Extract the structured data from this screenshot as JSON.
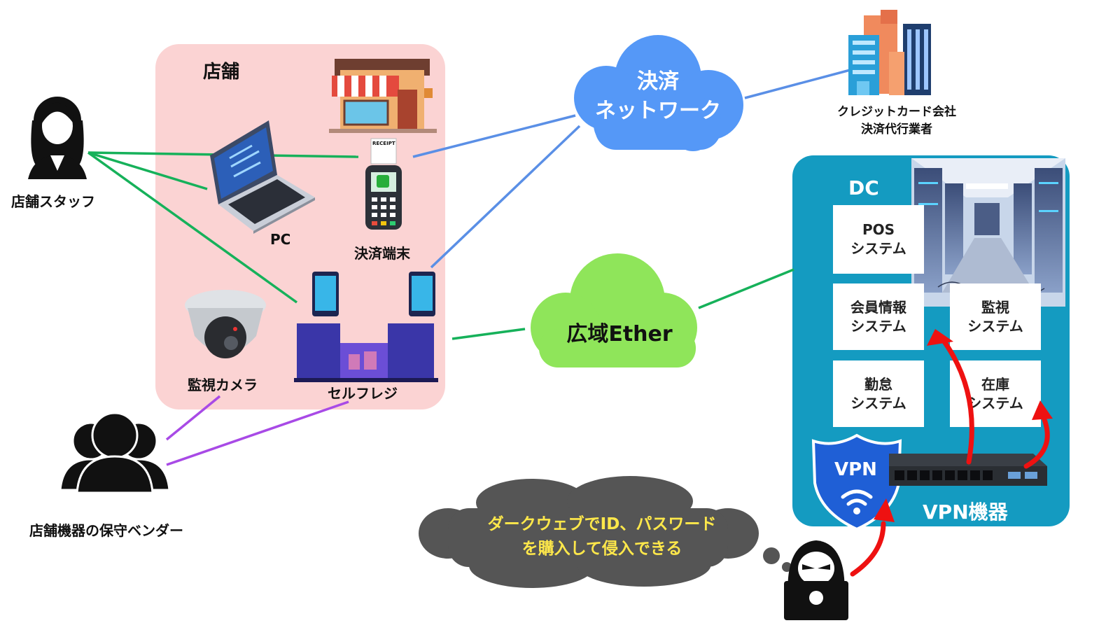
{
  "colors": {
    "store_bg": "#fbd3d3",
    "dc_bg": "#149bc1",
    "payment_cloud": "#5598f7",
    "wan_cloud": "#8fe55a",
    "bubble": "#555555",
    "bubble_text": "#ffe84a",
    "line_staff": "#16b15a",
    "line_payment": "#5a8fe6",
    "line_vendor": "#a84ae6",
    "attack_arrow": "#ee1111"
  },
  "store": {
    "title": "店舗",
    "pc": "PC",
    "terminal": "決済端末",
    "camera": "監視カメラ",
    "selfreg": "セルフレジ",
    "receipt": "RECEIPT"
  },
  "actors": {
    "staff": "店舗スタッフ",
    "vendor": "店舗機器の保守ベンダー"
  },
  "payment_network": {
    "line1": "決済",
    "line2": "ネットワーク"
  },
  "card_company": {
    "line1": "クレジットカード会社",
    "line2": "決済代行業者"
  },
  "wan": {
    "label": "広域Ether"
  },
  "dc": {
    "title": "DC",
    "systems": [
      {
        "line1": "POS",
        "line2": "システム"
      },
      {
        "line1": "会員情報",
        "line2": "システム"
      },
      {
        "line1": "監視",
        "line2": "システム"
      },
      {
        "line1": "勤怠",
        "line2": "システム"
      },
      {
        "line1": "在庫",
        "line2": "システム"
      }
    ],
    "vpn_badge": "VPN",
    "vpn_device": "VPN機器"
  },
  "attacker_bubble": {
    "line1": "ダークウェブでID、パスワード",
    "line2": "を購入して侵入できる"
  },
  "icons": [
    "store-building-icon",
    "laptop-icon",
    "payment-terminal-icon",
    "security-camera-icon",
    "self-checkout-icon",
    "staff-person-icon",
    "vendor-group-icon",
    "office-buildings-icon",
    "server-room-icon",
    "vpn-shield-icon",
    "network-switch-icon",
    "hacker-icon"
  ]
}
